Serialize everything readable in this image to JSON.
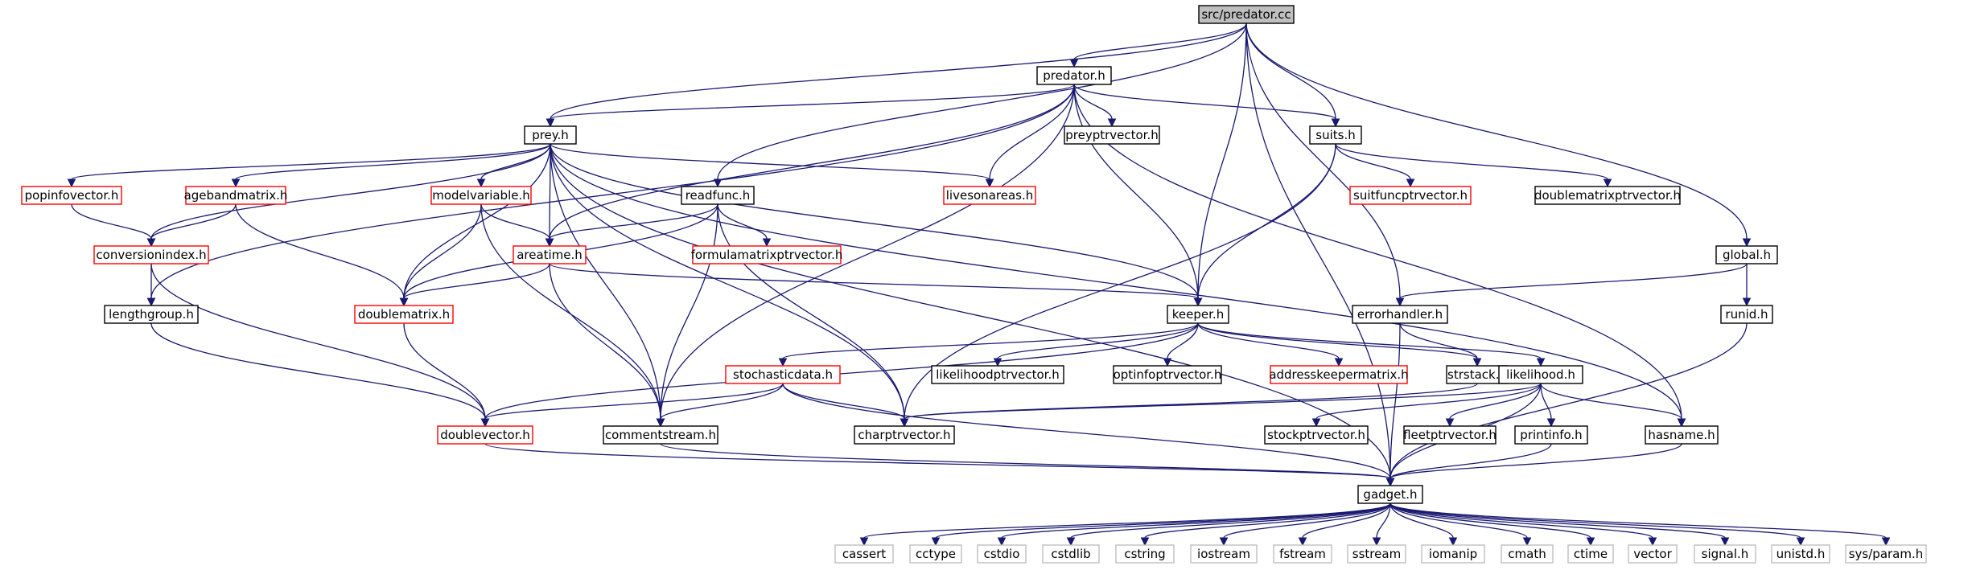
{
  "colors": {
    "edge": "#191970",
    "border_normal": "#000000",
    "border_truncated": "#ff0000",
    "border_system": "#bfbfbf",
    "fill_root": "#bfbfbf",
    "fill_default": "#ffffff"
  },
  "nodes": [
    {
      "id": "predator_cc",
      "label": "src/predator.cc",
      "style": "root"
    },
    {
      "id": "predator_h",
      "label": "predator.h",
      "style": "normal"
    },
    {
      "id": "prey_h",
      "label": "prey.h",
      "style": "normal"
    },
    {
      "id": "preyptrvector_h",
      "label": "preyptrvector.h",
      "style": "normal"
    },
    {
      "id": "suits_h",
      "label": "suits.h",
      "style": "normal"
    },
    {
      "id": "popinfovector_h",
      "label": "popinfovector.h",
      "style": "truncated"
    },
    {
      "id": "agebandmatrix_h",
      "label": "agebandmatrix.h",
      "style": "truncated"
    },
    {
      "id": "modelvariable_h",
      "label": "modelvariable.h",
      "style": "truncated"
    },
    {
      "id": "readfunc_h",
      "label": "readfunc.h",
      "style": "normal"
    },
    {
      "id": "livesonareas_h",
      "label": "livesonareas.h",
      "style": "truncated"
    },
    {
      "id": "suitfuncptrvector_h",
      "label": "suitfuncptrvector.h",
      "style": "truncated"
    },
    {
      "id": "doublematrixptrvector_h",
      "label": "doublematrixptrvector.h",
      "style": "normal"
    },
    {
      "id": "conversionindex_h",
      "label": "conversionindex.h",
      "style": "truncated"
    },
    {
      "id": "areatime_h",
      "label": "areatime.h",
      "style": "truncated"
    },
    {
      "id": "formulamatrixptrvector_h",
      "label": "formulamatrixptrvector.h",
      "style": "truncated"
    },
    {
      "id": "global_h",
      "label": "global.h",
      "style": "normal"
    },
    {
      "id": "lengthgroup_h",
      "label": "lengthgroup.h",
      "style": "normal"
    },
    {
      "id": "doublematrix_h",
      "label": "doublematrix.h",
      "style": "truncated"
    },
    {
      "id": "keeper_h",
      "label": "keeper.h",
      "style": "normal"
    },
    {
      "id": "errorhandler_h",
      "label": "errorhandler.h",
      "style": "normal"
    },
    {
      "id": "runid_h",
      "label": "runid.h",
      "style": "normal"
    },
    {
      "id": "stochasticdata_h",
      "label": "stochasticdata.h",
      "style": "truncated"
    },
    {
      "id": "likelihoodptrvector_h",
      "label": "likelihoodptrvector.h",
      "style": "normal"
    },
    {
      "id": "optinfoptrvector_h",
      "label": "optinfoptrvector.h",
      "style": "normal"
    },
    {
      "id": "addresskeepermatrix_h",
      "label": "addresskeepermatrix.h",
      "style": "truncated"
    },
    {
      "id": "strstack_h",
      "label": "strstack.h",
      "style": "normal"
    },
    {
      "id": "likelihood_h",
      "label": "likelihood.h",
      "style": "normal"
    },
    {
      "id": "doublevector_h",
      "label": "doublevector.h",
      "style": "truncated"
    },
    {
      "id": "commentstream_h",
      "label": "commentstream.h",
      "style": "normal"
    },
    {
      "id": "charptrvector_h",
      "label": "charptrvector.h",
      "style": "normal"
    },
    {
      "id": "stockptrvector_h",
      "label": "stockptrvector.h",
      "style": "normal"
    },
    {
      "id": "fleetptrvector_h",
      "label": "fleetptrvector.h",
      "style": "normal"
    },
    {
      "id": "printinfo_h",
      "label": "printinfo.h",
      "style": "normal"
    },
    {
      "id": "hasname_h",
      "label": "hasname.h",
      "style": "normal"
    },
    {
      "id": "gadget_h",
      "label": "gadget.h",
      "style": "normal"
    },
    {
      "id": "cassert",
      "label": "cassert",
      "style": "system"
    },
    {
      "id": "cctype",
      "label": "cctype",
      "style": "system"
    },
    {
      "id": "cstdio",
      "label": "cstdio",
      "style": "system"
    },
    {
      "id": "cstdlib",
      "label": "cstdlib",
      "style": "system"
    },
    {
      "id": "cstring",
      "label": "cstring",
      "style": "system"
    },
    {
      "id": "iostream",
      "label": "iostream",
      "style": "system"
    },
    {
      "id": "fstream",
      "label": "fstream",
      "style": "system"
    },
    {
      "id": "sstream",
      "label": "sstream",
      "style": "system"
    },
    {
      "id": "iomanip",
      "label": "iomanip",
      "style": "system"
    },
    {
      "id": "cmath",
      "label": "cmath",
      "style": "system"
    },
    {
      "id": "ctime",
      "label": "ctime",
      "style": "system"
    },
    {
      "id": "vector",
      "label": "vector",
      "style": "system"
    },
    {
      "id": "signal_h",
      "label": "signal.h",
      "style": "system"
    },
    {
      "id": "unistd_h",
      "label": "unistd.h",
      "style": "system"
    },
    {
      "id": "sys_param_h",
      "label": "sys/param.h",
      "style": "system"
    }
  ],
  "edges": [
    [
      "predator_cc",
      "predator_h"
    ],
    [
      "predator_cc",
      "prey_h"
    ],
    [
      "predator_cc",
      "readfunc_h"
    ],
    [
      "predator_cc",
      "suits_h"
    ],
    [
      "predator_cc",
      "keeper_h"
    ],
    [
      "predator_cc",
      "errorhandler_h"
    ],
    [
      "predator_cc",
      "global_h"
    ],
    [
      "predator_cc",
      "gadget_h"
    ],
    [
      "predator_h",
      "prey_h"
    ],
    [
      "predator_h",
      "preyptrvector_h"
    ],
    [
      "predator_h",
      "suits_h"
    ],
    [
      "predator_h",
      "livesonareas_h"
    ],
    [
      "predator_h",
      "areatime_h"
    ],
    [
      "predator_h",
      "lengthgroup_h"
    ],
    [
      "predator_h",
      "keeper_h"
    ],
    [
      "predator_h",
      "commentstream_h"
    ],
    [
      "predator_h",
      "hasname_h"
    ],
    [
      "prey_h",
      "popinfovector_h"
    ],
    [
      "prey_h",
      "agebandmatrix_h"
    ],
    [
      "prey_h",
      "modelvariable_h"
    ],
    [
      "prey_h",
      "livesonareas_h"
    ],
    [
      "prey_h",
      "conversionindex_h"
    ],
    [
      "prey_h",
      "areatime_h"
    ],
    [
      "prey_h",
      "doublematrix_h"
    ],
    [
      "prey_h",
      "keeper_h"
    ],
    [
      "prey_h",
      "commentstream_h"
    ],
    [
      "prey_h",
      "charptrvector_h"
    ],
    [
      "prey_h",
      "hasname_h"
    ],
    [
      "prey_h",
      "gadget_h"
    ],
    [
      "suits_h",
      "suitfuncptrvector_h"
    ],
    [
      "suits_h",
      "doublematrixptrvector_h"
    ],
    [
      "suits_h",
      "keeper_h"
    ],
    [
      "suits_h",
      "charptrvector_h"
    ],
    [
      "popinfovector_h",
      "conversionindex_h"
    ],
    [
      "agebandmatrix_h",
      "conversionindex_h"
    ],
    [
      "agebandmatrix_h",
      "doublematrix_h"
    ],
    [
      "modelvariable_h",
      "areatime_h"
    ],
    [
      "modelvariable_h",
      "doublematrix_h"
    ],
    [
      "modelvariable_h",
      "commentstream_h"
    ],
    [
      "readfunc_h",
      "formulamatrixptrvector_h"
    ],
    [
      "readfunc_h",
      "areatime_h"
    ],
    [
      "readfunc_h",
      "doublematrix_h"
    ],
    [
      "readfunc_h",
      "commentstream_h"
    ],
    [
      "readfunc_h",
      "charptrvector_h"
    ],
    [
      "conversionindex_h",
      "lengthgroup_h"
    ],
    [
      "conversionindex_h",
      "doublevector_h"
    ],
    [
      "areatime_h",
      "doublematrix_h"
    ],
    [
      "areatime_h",
      "keeper_h"
    ],
    [
      "areatime_h",
      "commentstream_h"
    ],
    [
      "global_h",
      "errorhandler_h"
    ],
    [
      "global_h",
      "runid_h"
    ],
    [
      "lengthgroup_h",
      "doublevector_h"
    ],
    [
      "doublematrix_h",
      "doublevector_h"
    ],
    [
      "keeper_h",
      "stochasticdata_h"
    ],
    [
      "keeper_h",
      "likelihoodptrvector_h"
    ],
    [
      "keeper_h",
      "optinfoptrvector_h"
    ],
    [
      "keeper_h",
      "addresskeepermatrix_h"
    ],
    [
      "keeper_h",
      "strstack_h"
    ],
    [
      "keeper_h",
      "likelihood_h"
    ],
    [
      "keeper_h",
      "doublevector_h"
    ],
    [
      "errorhandler_h",
      "strstack_h"
    ],
    [
      "errorhandler_h",
      "gadget_h"
    ],
    [
      "runid_h",
      "gadget_h"
    ],
    [
      "stochasticdata_h",
      "doublevector_h"
    ],
    [
      "stochasticdata_h",
      "commentstream_h"
    ],
    [
      "stochasticdata_h",
      "charptrvector_h"
    ],
    [
      "stochasticdata_h",
      "gadget_h"
    ],
    [
      "strstack_h",
      "charptrvector_h"
    ],
    [
      "likelihood_h",
      "stockptrvector_h"
    ],
    [
      "likelihood_h",
      "fleetptrvector_h"
    ],
    [
      "likelihood_h",
      "printinfo_h"
    ],
    [
      "likelihood_h",
      "hasname_h"
    ],
    [
      "likelihood_h",
      "charptrvector_h"
    ],
    [
      "likelihood_h",
      "gadget_h"
    ],
    [
      "doublevector_h",
      "gadget_h"
    ],
    [
      "commentstream_h",
      "gadget_h"
    ],
    [
      "printinfo_h",
      "gadget_h"
    ],
    [
      "hasname_h",
      "gadget_h"
    ],
    [
      "gadget_h",
      "cassert"
    ],
    [
      "gadget_h",
      "cctype"
    ],
    [
      "gadget_h",
      "cstdio"
    ],
    [
      "gadget_h",
      "cstdlib"
    ],
    [
      "gadget_h",
      "cstring"
    ],
    [
      "gadget_h",
      "iostream"
    ],
    [
      "gadget_h",
      "fstream"
    ],
    [
      "gadget_h",
      "sstream"
    ],
    [
      "gadget_h",
      "iomanip"
    ],
    [
      "gadget_h",
      "cmath"
    ],
    [
      "gadget_h",
      "ctime"
    ],
    [
      "gadget_h",
      "vector"
    ],
    [
      "gadget_h",
      "signal_h"
    ],
    [
      "gadget_h",
      "unistd_h"
    ],
    [
      "gadget_h",
      "sys_param_h"
    ]
  ]
}
